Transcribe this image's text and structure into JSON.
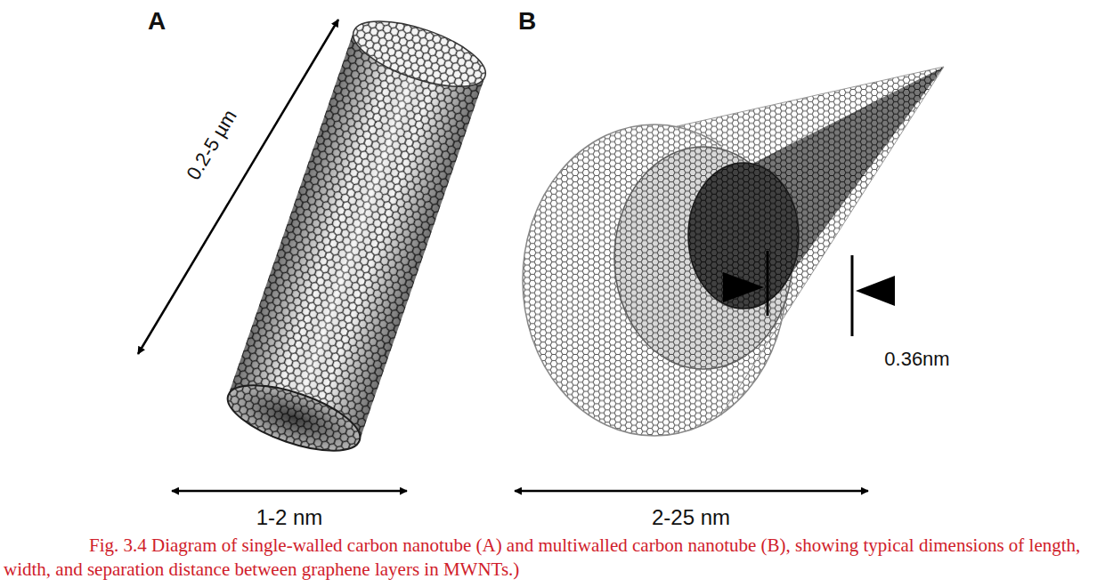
{
  "diagram": {
    "caption": "Fig. 3.4 Diagram of single-walled carbon nanotube (A) and multiwalled carbon nanotube (B), showing typical dimensions of length, width, and separation distance between graphene layers in MWNTs.)",
    "labels": [
      "A",
      "B",
      "0.2-5 µm",
      "0.36nm",
      "1-2 nm",
      "2-25 nm"
    ]
  }
}
